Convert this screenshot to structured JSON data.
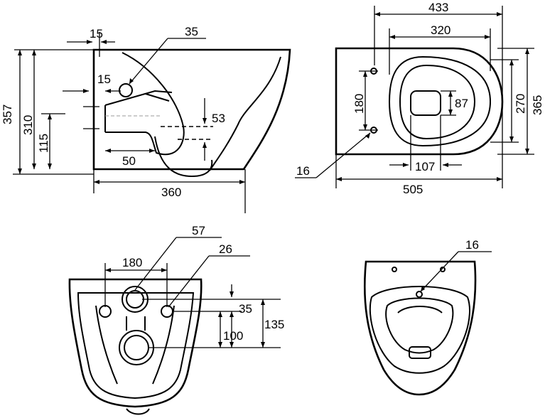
{
  "side_view": {
    "dim_15_top": "15",
    "dim_35": "35",
    "dim_15_inlet": "15",
    "dim_53": "53",
    "dim_50": "50",
    "dim_357": "357",
    "dim_310": "310",
    "dim_115": "115",
    "dim_360": "360"
  },
  "top_view": {
    "dim_433": "433",
    "dim_320": "320",
    "dim_180": "180",
    "dim_87": "87",
    "dim_270": "270",
    "dim_365": "365",
    "dim_16": "16",
    "dim_107": "107",
    "dim_505": "505"
  },
  "rear_view": {
    "dim_57": "57",
    "dim_26": "26",
    "dim_180": "180",
    "dim_35": "35",
    "dim_100": "100",
    "dim_135": "135"
  },
  "front_view": {
    "dim_16": "16"
  }
}
